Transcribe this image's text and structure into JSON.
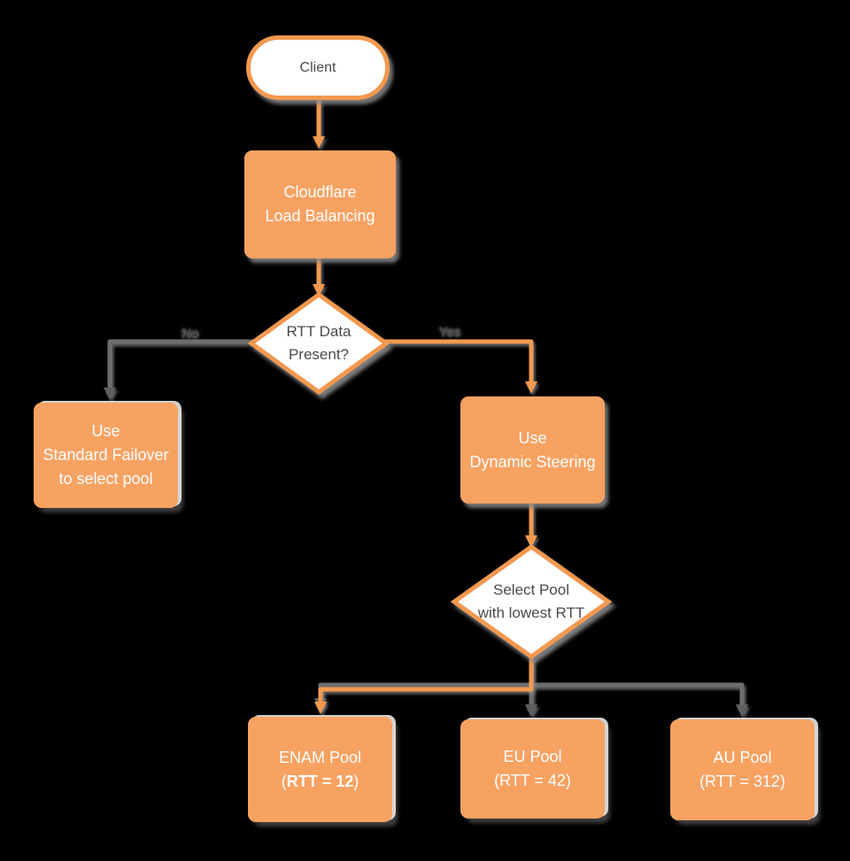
{
  "colors": {
    "background": "#000000",
    "node_fill_orange": "#F8A262",
    "stroke_orange": "#F2994F",
    "line_gray": "#6D6D6D",
    "text_on_orange": "#FFFFFF",
    "text_on_white": "#4A4A4A"
  },
  "nodes": {
    "client": {
      "label": "Client"
    },
    "load_balancer": {
      "line1": "Cloudflare",
      "line2": "Load Balancing"
    },
    "rtt_decision": {
      "line1": "RTT Data",
      "line2": "Present?"
    },
    "standard_failover": {
      "line1": "Use",
      "line2": "Standard Failover",
      "line3": "to select pool"
    },
    "dynamic_steering": {
      "line1": "Use",
      "line2": "Dynamic Steering"
    },
    "select_pool": {
      "line1": "Select Pool",
      "line2": "with lowest RTT"
    },
    "enam_pool": {
      "line1": "ENAM Pool",
      "line2_open": "(",
      "line2_bold": "RTT = 12",
      "line2_close": ")"
    },
    "eu_pool": {
      "line1": "EU Pool",
      "line2": "(RTT = 42)"
    },
    "au_pool": {
      "line1": "AU Pool",
      "line2": "(RTT = 312)"
    }
  },
  "edge_labels": {
    "no": "No",
    "yes": "Yes"
  }
}
